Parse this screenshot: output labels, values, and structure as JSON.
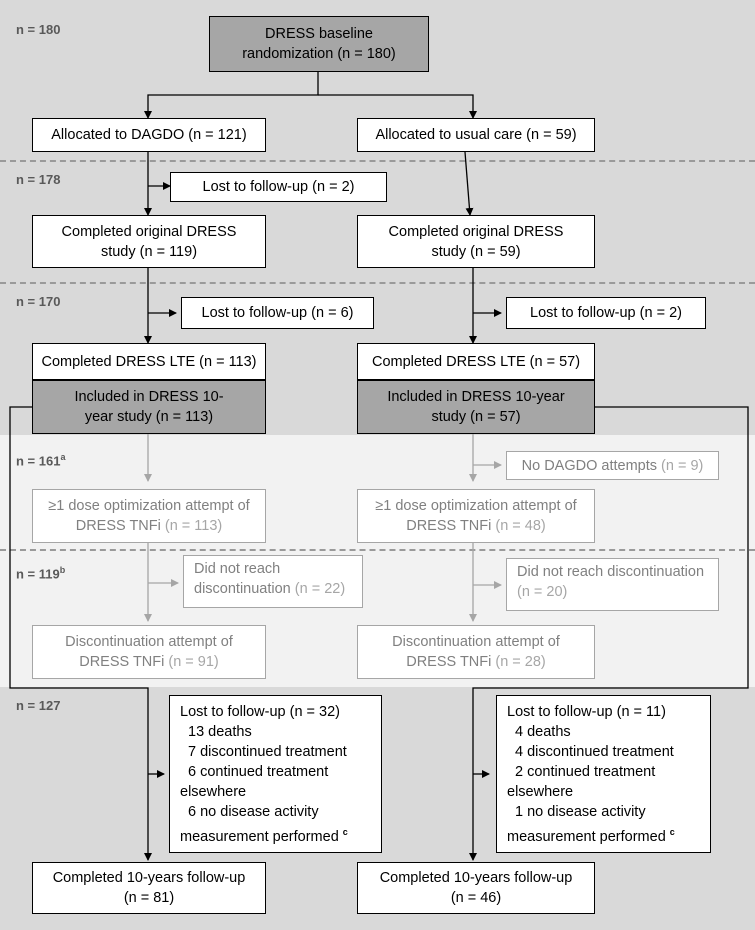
{
  "bands": [
    {
      "label": "n = 180",
      "sup": ""
    },
    {
      "label": "n = 178",
      "sup": ""
    },
    {
      "label": "n = 170",
      "sup": ""
    },
    {
      "label": "n = 161",
      "sup": "a"
    },
    {
      "label": "n = 119",
      "sup": "b"
    },
    {
      "label": "n = 127",
      "sup": ""
    }
  ],
  "nodes": {
    "baseline": "DRESS baseline randomization (n = 180)",
    "alloc_dagdo": "Allocated to DAGDO (n = 121)",
    "alloc_usual": "Allocated to usual care (n = 59)",
    "lost_1_left": "Lost to follow-up (n = 2)",
    "completed_orig_left": "Completed original DRESS study (n = 119)",
    "completed_orig_right": "Completed original DRESS study (n = 59)",
    "lost_2_left": "Lost to follow-up (n = 6)",
    "lost_2_right": "Lost to follow-up (n = 2)",
    "lte_left": "Completed DRESS LTE (n = 113)",
    "lte_right": "Completed DRESS LTE (n = 57)",
    "ten_year_left": "Included in DRESS 10-year study (n = 113)",
    "ten_year_right": "Included in DRESS 10-year study (n = 57)",
    "no_dagdo_right": {
      "text": "No DAGDO attempts",
      "n": "(n = 9)"
    },
    "dose_opt_left": {
      "text": "≥1 dose optimization attempt of DRESS TNFi",
      "n": "(n = 113)"
    },
    "dose_opt_right": {
      "text": "≥1 dose optimization attempt of DRESS TNFi",
      "n": "(n = 48)"
    },
    "not_reach_left": {
      "text": "Did not reach discontinuation",
      "n": "(n = 22)"
    },
    "not_reach_right": {
      "text": "Did not reach discontinuation",
      "n": "(n = 20)"
    },
    "disc_left": {
      "text": "Discontinuation attempt of DRESS TNFi",
      "n": "(n = 91)"
    },
    "disc_right": {
      "text": "Discontinuation attempt of DRESS TNFi",
      "n": "(n = 28)"
    },
    "lost_final_left": {
      "title": "Lost to follow-up (n = 32)",
      "items": [
        "13 deaths",
        "7 discontinued treatment",
        "6 continued treatment",
        "elsewhere",
        "6 no disease activity",
        "measurement performed"
      ],
      "footnote": "c"
    },
    "lost_final_right": {
      "title": "Lost to follow-up (n = 11)",
      "items": [
        "4 deaths",
        "4 discontinued treatment",
        "2 continued treatment",
        "elsewhere",
        "1 no disease activity",
        "measurement performed"
      ],
      "footnote": "c"
    },
    "final_left": "Completed 10-years follow-up (n = 81)",
    "final_right": "Completed 10-years follow-up (n = 46)"
  }
}
